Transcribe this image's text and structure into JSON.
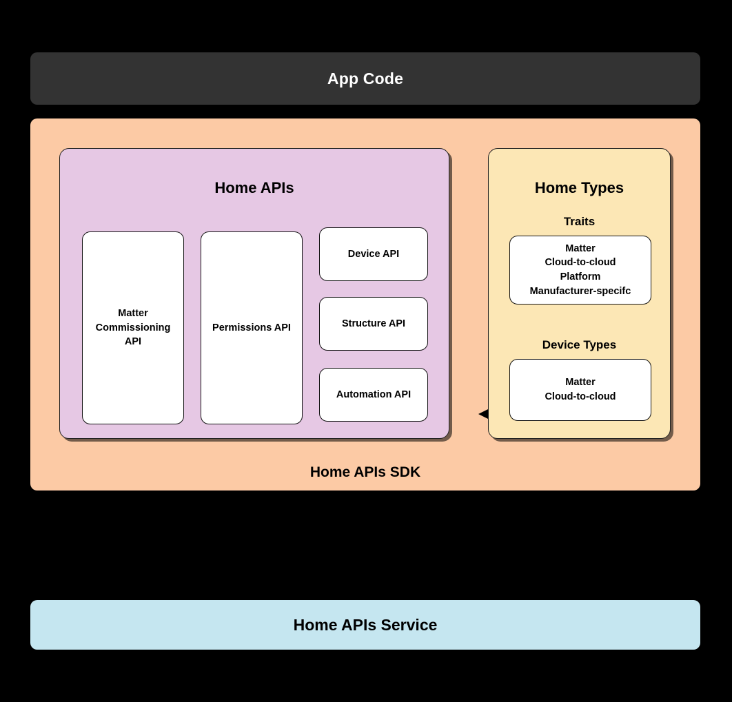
{
  "diagram": {
    "app_code": {
      "label": "App Code",
      "color": "#333333",
      "text_color": "#FFFFFF"
    },
    "sdk": {
      "label": "Home APIs SDK",
      "color": "#FCCAA5"
    },
    "home_apis": {
      "title": "Home APIs",
      "color": "#E6C8E4",
      "boxes": [
        {
          "label": "Matter\nCommissioning\nAPI",
          "name": "matter-commissioning-api"
        },
        {
          "label": "Permissions API",
          "name": "permissions-api"
        },
        {
          "label": "Device API",
          "name": "device-api"
        },
        {
          "label": "Structure API",
          "name": "structure-api"
        },
        {
          "label": "Automation API",
          "name": "automation-api"
        }
      ]
    },
    "home_types": {
      "title": "Home Types",
      "color": "#FCE7B5",
      "groups": [
        {
          "heading": "Traits",
          "items": "Matter\nCloud-to-cloud\nPlatform\nManufacturer-specifc"
        },
        {
          "heading": "Device Types",
          "items": "Matter\nCloud-to-cloud"
        }
      ]
    },
    "connector": {
      "name": "bidirectional-arrow-icon",
      "color": "#000000"
    },
    "service": {
      "label": "Home APIs Service",
      "color": "#C5E6F0"
    },
    "background": "#000000"
  }
}
